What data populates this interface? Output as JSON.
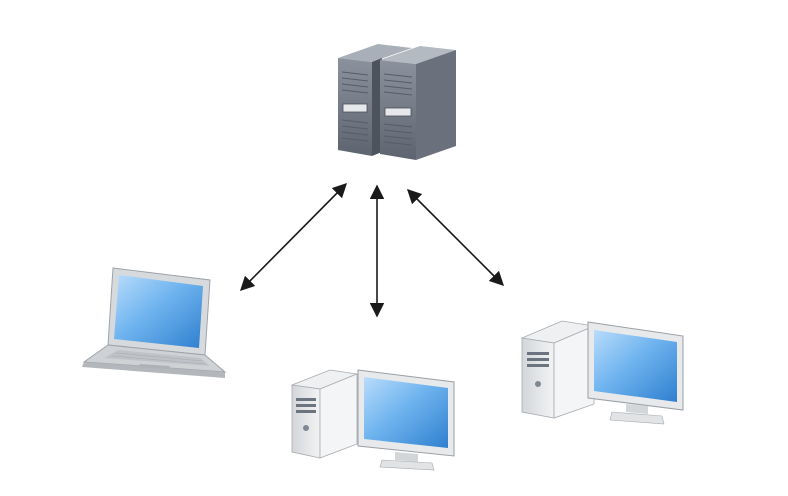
{
  "diagram": {
    "nodes": [
      {
        "id": "server",
        "kind": "server-rack",
        "icon": "server-rack-icon"
      },
      {
        "id": "laptop",
        "kind": "laptop",
        "icon": "laptop-icon"
      },
      {
        "id": "desktop-center",
        "kind": "desktop",
        "icon": "desktop-computer-icon"
      },
      {
        "id": "desktop-right",
        "kind": "desktop",
        "icon": "desktop-computer-icon"
      }
    ],
    "edges": [
      {
        "from": "server",
        "to": "laptop",
        "bidirectional": true
      },
      {
        "from": "server",
        "to": "desktop-center",
        "bidirectional": true
      },
      {
        "from": "server",
        "to": "desktop-right",
        "bidirectional": true
      }
    ]
  },
  "colors": {
    "background": "#ffffff",
    "server_body": "#6f7683",
    "screen_blue": "#5aa6e8",
    "case_light": "#e4e6e8",
    "arrow": "#1a1a1a"
  }
}
